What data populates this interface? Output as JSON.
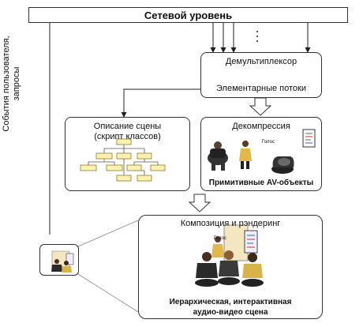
{
  "network": {
    "label": "Сетевой уровень"
  },
  "side_label": "События пользователя,\nзапросы",
  "demux": {
    "label": "Демультиплексор",
    "streams": "Элементарные потоки"
  },
  "scene_desc": {
    "title": "Описание сцены",
    "subtitle": "(скрипт классов)"
  },
  "decomp": {
    "title": "Декомпрессия",
    "voice": "Голос",
    "objects": "Примитивные AV-объекты"
  },
  "composition": {
    "title": "Композиция и рэндеринг",
    "voice": "Голос",
    "scene_line1": "Иерархическая, интерактивная",
    "scene_line2": "аудио-видео сцена"
  },
  "colors": {
    "tree_node": "#fff2b0",
    "arrow_fill": "#ffffff",
    "border": "#333333"
  }
}
